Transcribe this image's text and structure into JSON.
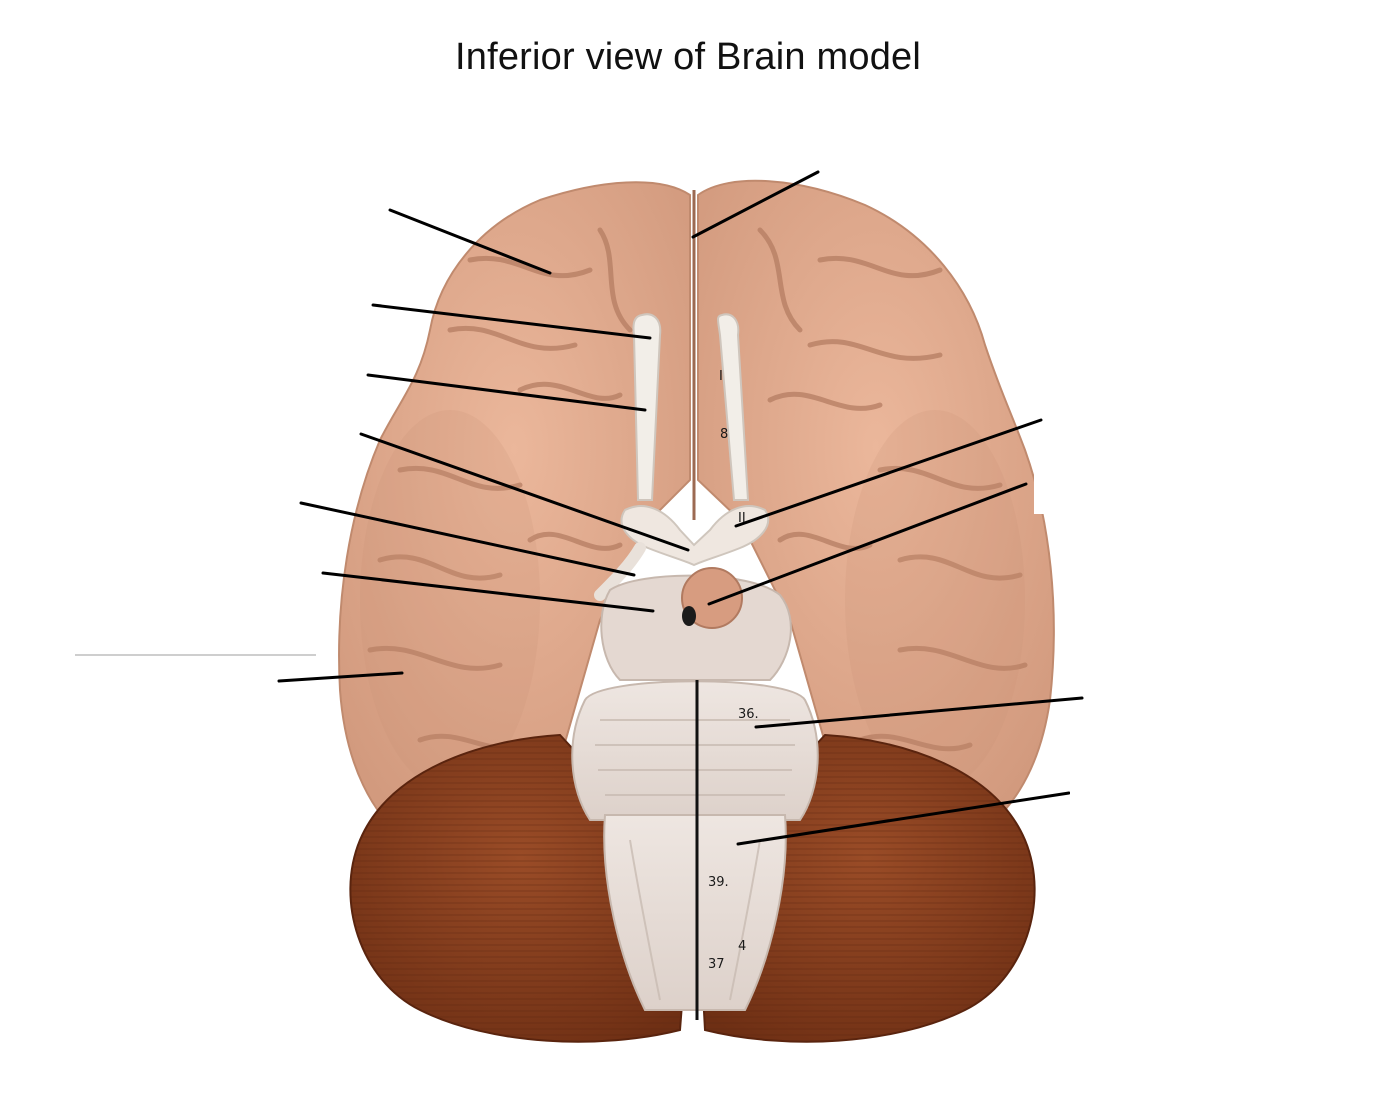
{
  "title": "Inferior view of Brain model",
  "colors": {
    "background": "#ffffff",
    "cerebrum": "#e2a98c",
    "cerebrum_shadow": "#c98f73",
    "cerebellum": "#8b4120",
    "cerebellum_dark": "#6e2f14",
    "brainstem": "#e6dcd6",
    "nerves": "#f2eee8",
    "leader_line": "#000000"
  },
  "model_markings": [
    "I",
    "8",
    "II",
    "36.",
    "39.",
    "37",
    "4"
  ],
  "leader_lines_count": 12,
  "answer_blanks": [
    "",
    "",
    "",
    "",
    "",
    "",
    "",
    "",
    "",
    "",
    "",
    ""
  ]
}
